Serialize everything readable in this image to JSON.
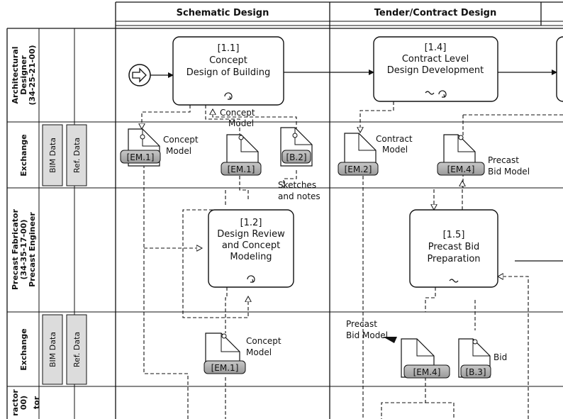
{
  "phases": {
    "schematic": "Schematic Design",
    "tender": "Tender/Contract Design"
  },
  "lanes": {
    "architect": [
      "Architectural",
      "Designer",
      "(34-25-21-00)"
    ],
    "exchange_top": "Exchange",
    "bim_data_top": "BIM Data",
    "ref_data_top": "Ref. Data",
    "precast": [
      "Precast Fabricator",
      "(34-35-17-00)",
      "Precast Engineer"
    ],
    "exchange_bottom": "Exchange",
    "bim_data_bottom": "BIM Data",
    "ref_data_bottom": "Ref. Data",
    "contractor": [
      "ractor",
      "00)",
      "tor"
    ]
  },
  "processes": {
    "p11": {
      "id": "[1.1]",
      "lines": [
        "Concept",
        "Design of Building"
      ],
      "marker": "loop"
    },
    "p14": {
      "id": "[1.4]",
      "lines": [
        "Contract Level",
        "Design Development"
      ],
      "marker": "~loop"
    },
    "p12": {
      "id": "[1.2]",
      "lines": [
        "Design Review",
        "and Concept",
        "Modeling"
      ],
      "marker": "loop"
    },
    "p15": {
      "id": "[1.5]",
      "lines": [
        "Precast Bid",
        "Preparation"
      ],
      "marker": "~"
    }
  },
  "documents": {
    "em1_a": {
      "tag": "[EM.1]",
      "lines": [
        "Concept",
        "Model"
      ]
    },
    "em1_b": {
      "tag": "[EM.1]",
      "lines": [
        "Concept",
        "Model"
      ]
    },
    "b2": {
      "tag": "[B.2]",
      "lines": [
        "Sketches",
        "and notes"
      ]
    },
    "em2": {
      "tag": "[EM.2]",
      "lines": [
        "Contract",
        "Model"
      ]
    },
    "em4_a": {
      "tag": "[EM.4]",
      "lines": [
        "Precast",
        "Bid Model"
      ]
    },
    "em1_c": {
      "tag": "[EM.1]",
      "lines": [
        "Concept",
        "Model"
      ]
    },
    "em4_b": {
      "tag": "[EM.4]",
      "lines": [
        "Precast",
        "Bid Model"
      ]
    },
    "b3": {
      "tag": "[B.3]",
      "lines": [
        "Bid"
      ]
    }
  }
}
